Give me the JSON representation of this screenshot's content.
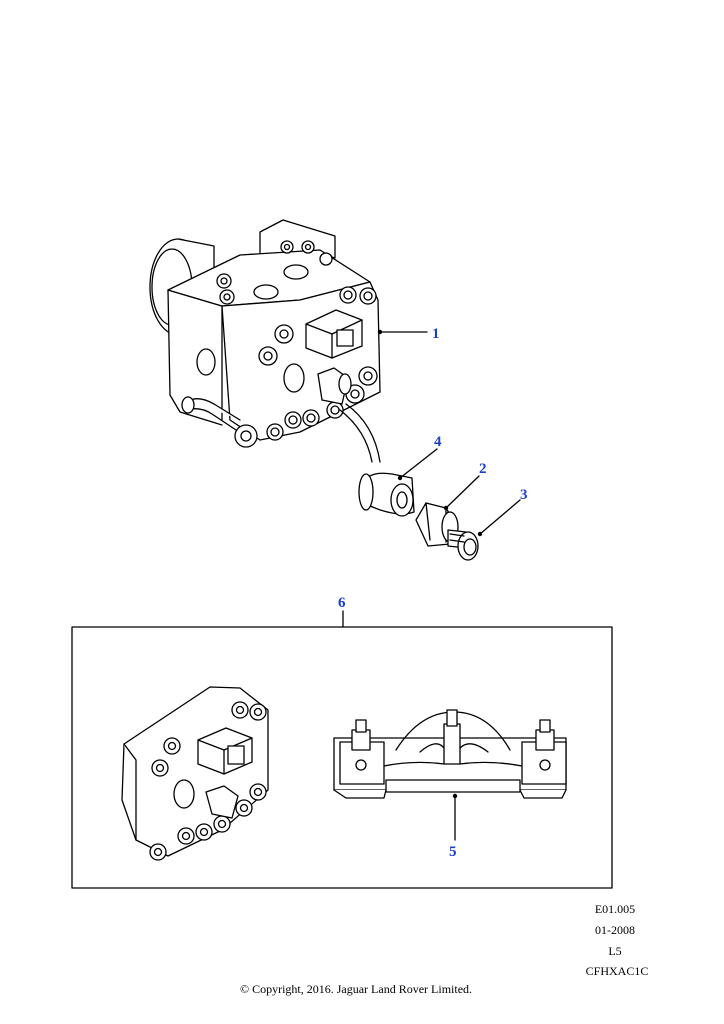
{
  "callouts": {
    "c1": "1",
    "c2": "2",
    "c3": "3",
    "c4": "4",
    "c5": "5",
    "c6": "6"
  },
  "stamp": {
    "code": "E01.005",
    "date": "01-2008",
    "level": "L5",
    "ref": "CFHXAC1C"
  },
  "copyright": "© Copyright, 2016. Jaguar Land Rover Limited.",
  "colors": {
    "callout": "#1a3fcf",
    "line": "#000000"
  }
}
